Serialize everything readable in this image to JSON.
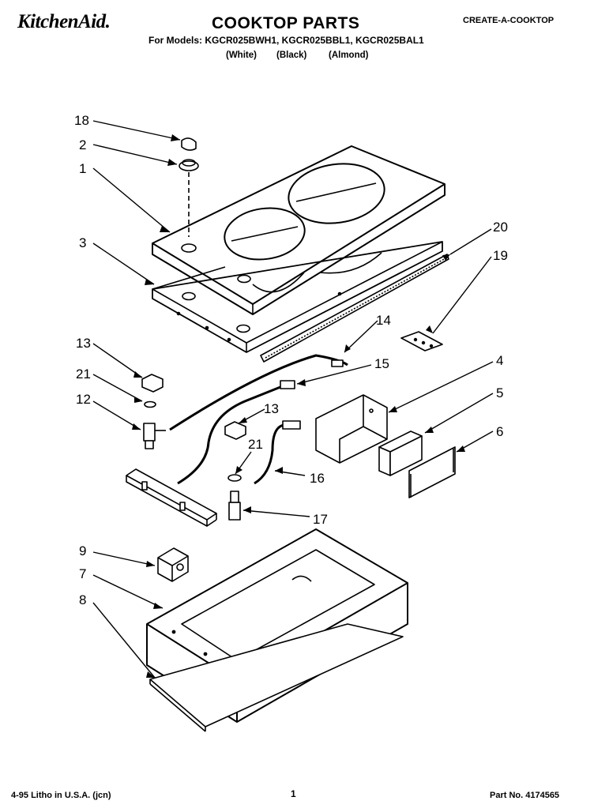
{
  "header": {
    "brand": "KitchenAid.",
    "title": "COOKTOP PARTS",
    "series": "CREATE-A-COOKTOP",
    "models": "For Models: KGCR025BWH1, KGCR025BBL1, KGCR025BAL1",
    "colors": [
      "(White)",
      "(Black)",
      "(Almond)"
    ]
  },
  "callouts": [
    {
      "label": "18"
    },
    {
      "label": "2"
    },
    {
      "label": "1"
    },
    {
      "label": "3"
    },
    {
      "label": "20"
    },
    {
      "label": "19"
    },
    {
      "label": "14"
    },
    {
      "label": "13"
    },
    {
      "label": "15"
    },
    {
      "label": "4"
    },
    {
      "label": "21"
    },
    {
      "label": "12"
    },
    {
      "label": "5"
    },
    {
      "label": "13"
    },
    {
      "label": "6"
    },
    {
      "label": "21"
    },
    {
      "label": "16"
    },
    {
      "label": "17"
    },
    {
      "label": "9"
    },
    {
      "label": "7"
    },
    {
      "label": "8"
    }
  ],
  "footer": {
    "left": "4-95 Litho in U.S.A. (jcn)",
    "page": "1",
    "part_no": "Part No. 4174565"
  }
}
